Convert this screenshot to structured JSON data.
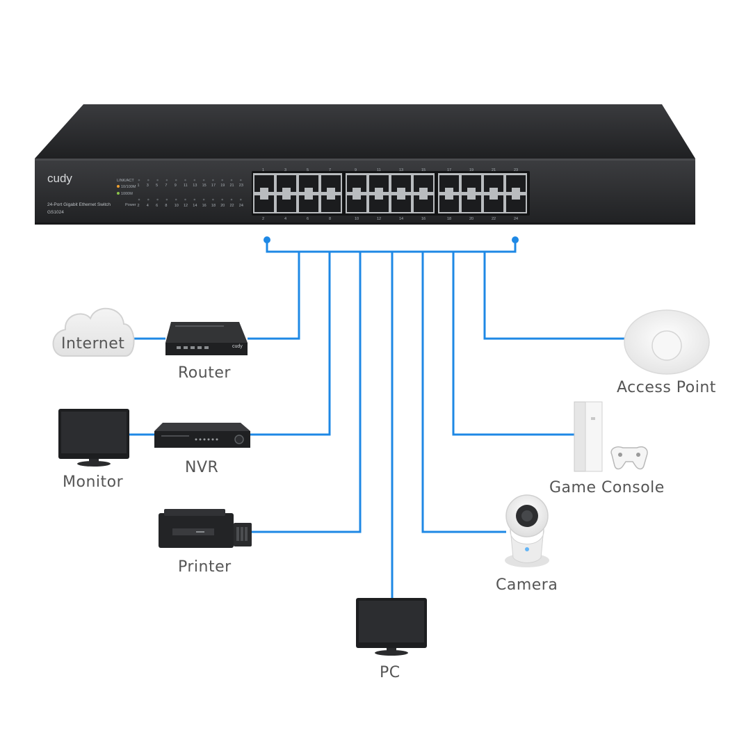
{
  "switch": {
    "brand": "cudy",
    "model_name": "24-Port Gigabit Ethernet Switch",
    "model_code": "GS1024",
    "led_legend": [
      "LINK/ACT",
      "10/100M",
      "1000M"
    ],
    "power_label": "Power",
    "odd_ports": [
      "1",
      "3",
      "5",
      "7",
      "9",
      "11",
      "13",
      "15",
      "17",
      "19",
      "21",
      "23"
    ],
    "even_ports": [
      "2",
      "4",
      "6",
      "8",
      "10",
      "12",
      "14",
      "16",
      "18",
      "20",
      "22",
      "24"
    ]
  },
  "router_brand": "cudy",
  "devices": {
    "internet": "Internet",
    "router": "Router",
    "monitor": "Monitor",
    "nvr": "NVR",
    "printer": "Printer",
    "pc": "PC",
    "access_point": "Access Point",
    "game_console": "Game Console",
    "camera": "Camera"
  },
  "colors": {
    "link_line": "#1e88e5",
    "switch_body": "#2b2c2e",
    "led_green": "#8bc34a",
    "led_orange": "#f0a030"
  }
}
